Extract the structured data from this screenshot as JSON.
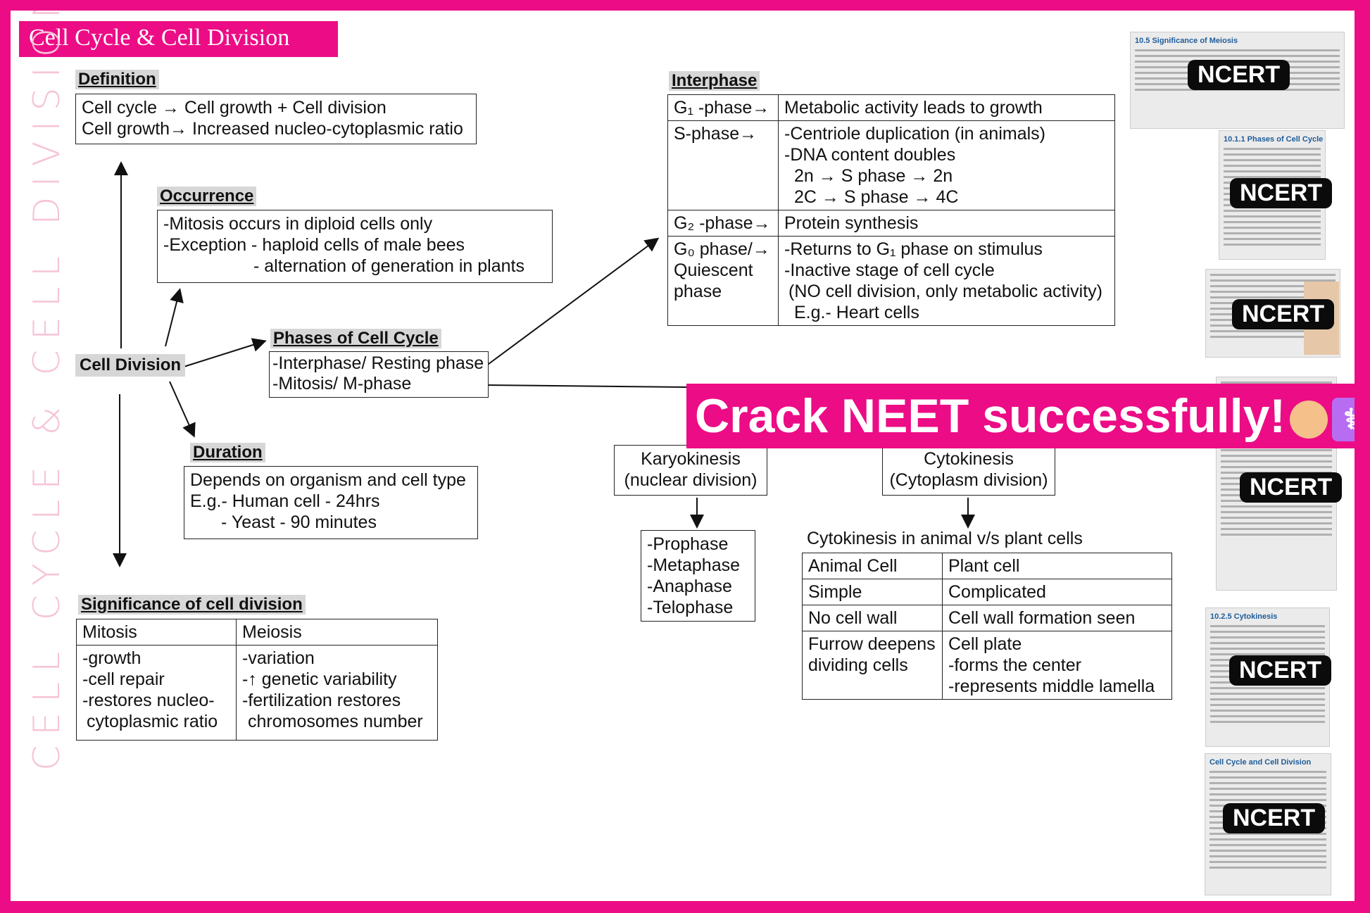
{
  "title": "Cell Cycle & Cell Division",
  "side_label": "CELL CYCLE & CELL DIVISION",
  "cell_division": "Cell Division",
  "definition": {
    "heading": "Definition",
    "lines": [
      "Cell cycle → Cell growth + Cell division",
      "Cell growth→ Increased nucleo-cytoplasmic ratio"
    ]
  },
  "occurrence": {
    "heading": "Occurrence",
    "lines": [
      "-Mitosis occurs in diploid cells only",
      "-Exception - haploid cells of male bees",
      "- alternation of generation in plants"
    ]
  },
  "phases": {
    "heading": "Phases of Cell Cycle",
    "lines": [
      "-Interphase/ Resting phase",
      "-Mitosis/ M-phase"
    ]
  },
  "duration": {
    "heading": "Duration",
    "lines": [
      "Depends on organism and cell type",
      "E.g.- Human cell - 24hrs",
      "- Yeast - 90 minutes"
    ]
  },
  "significance": {
    "heading": "Significance of cell division",
    "col1_header": "Mitosis",
    "col2_header": "Meiosis",
    "col1_lines": [
      "-growth",
      "-cell repair",
      "-restores nucleo-",
      "cytoplasmic ratio"
    ],
    "col2_lines": [
      "-variation",
      "-↑ genetic variability",
      "-fertilization restores",
      "chromosomes number"
    ]
  },
  "interphase": {
    "heading": "Interphase",
    "rows": [
      {
        "phase": [
          "G₁ -phase→"
        ],
        "desc": [
          "Metabolic activity leads to growth"
        ]
      },
      {
        "phase": [
          "S-phase→"
        ],
        "desc": [
          "-Centriole duplication (in animals)",
          "-DNA content doubles",
          "2n → S phase → 2n",
          "2C → S phase → 4C"
        ]
      },
      {
        "phase": [
          "G₂ -phase→"
        ],
        "desc": [
          "Protein synthesis"
        ]
      },
      {
        "phase": [
          "G₀ phase/→",
          "Quiescent",
          "phase"
        ],
        "desc": [
          "-Returns to G₁ phase on stimulus",
          "-Inactive stage of cell cycle",
          "(NO cell division, only metabolic activity)",
          "E.g.- Heart cells"
        ]
      }
    ]
  },
  "karyokinesis": {
    "lines": [
      "Karyokinesis",
      "(nuclear division)"
    ],
    "stages": [
      "-Prophase",
      "-Metaphase",
      "-Anaphase",
      "-Telophase"
    ]
  },
  "cytokinesis": {
    "lines": [
      "Cytokinesis",
      "(Cytoplasm division)"
    ],
    "compare_title": "Cytokinesis in animal v/s plant cells",
    "header": [
      "Animal Cell",
      "Plant cell"
    ],
    "rows": [
      [
        [
          "Simple"
        ],
        [
          "Complicated"
        ]
      ],
      [
        [
          "No cell wall"
        ],
        [
          "Cell wall formation seen"
        ]
      ],
      [
        [
          "Furrow deepens",
          "dividing cells"
        ],
        [
          "Cell plate",
          "-forms the center",
          "-represents middle lamella"
        ]
      ]
    ]
  },
  "promo_text": "Crack NEET successfully!",
  "badge_label": "NCERT",
  "thumbs": [
    {
      "heading": "10.5 Significance of Meiosis"
    },
    {
      "heading": "10.1.1 Phases of Cell Cycle"
    },
    {
      "heading": ""
    },
    {
      "heading": ""
    },
    {
      "heading": ""
    },
    {
      "heading": "10.2.5 Cytokinesis"
    },
    {
      "heading": "Cell Cycle and Cell Division"
    }
  ],
  "colors": {
    "brand": "#ec0c86",
    "heading_bg": "#d7d7d7"
  }
}
